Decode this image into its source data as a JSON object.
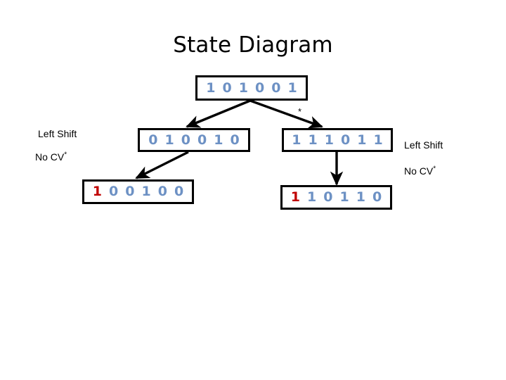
{
  "slide": {
    "title": "State Diagram",
    "background_color": "#ffffff"
  },
  "colors": {
    "bit_blue": "#6d91c4",
    "bit_red": "#c00000",
    "box_border": "#000000",
    "text_black": "#000000",
    "arrow": "#000000"
  },
  "states": {
    "top": {
      "id": "state-101001",
      "value": "1 0 1 0 0 1",
      "bits": [
        {
          "d": "1",
          "color": "blue"
        },
        {
          "d": "0",
          "color": "blue"
        },
        {
          "d": "1",
          "color": "blue"
        },
        {
          "d": "0",
          "color": "blue"
        },
        {
          "d": "0",
          "color": "blue"
        },
        {
          "d": "1",
          "color": "blue"
        }
      ]
    },
    "mid_left": {
      "id": "state-010010",
      "value": "0 1 0 0 1 0",
      "bits": [
        {
          "d": "0",
          "color": "blue"
        },
        {
          "d": "1",
          "color": "blue"
        },
        {
          "d": "0",
          "color": "blue"
        },
        {
          "d": "0",
          "color": "blue"
        },
        {
          "d": "1",
          "color": "blue"
        },
        {
          "d": "0",
          "color": "blue"
        }
      ]
    },
    "mid_right": {
      "id": "state-111011",
      "value": "1 1 1 0 1 1",
      "bits": [
        {
          "d": "1",
          "color": "blue"
        },
        {
          "d": "1",
          "color": "blue"
        },
        {
          "d": "1",
          "color": "blue"
        },
        {
          "d": "0",
          "color": "blue"
        },
        {
          "d": "1",
          "color": "blue"
        },
        {
          "d": "1",
          "color": "blue"
        }
      ]
    },
    "bottom_left": {
      "id": "state-100100",
      "value": "1 0 0 1 0 0",
      "bits": [
        {
          "d": "1",
          "color": "red"
        },
        {
          "d": "0",
          "color": "blue"
        },
        {
          "d": "0",
          "color": "blue"
        },
        {
          "d": "1",
          "color": "blue"
        },
        {
          "d": "0",
          "color": "blue"
        },
        {
          "d": "0",
          "color": "blue"
        }
      ]
    },
    "bottom_right": {
      "id": "state-110110",
      "value": "1 1 0 1 1 0",
      "bits": [
        {
          "d": "1",
          "color": "red"
        },
        {
          "d": "1",
          "color": "blue"
        },
        {
          "d": "0",
          "color": "blue"
        },
        {
          "d": "1",
          "color": "blue"
        },
        {
          "d": "1",
          "color": "blue"
        },
        {
          "d": "0",
          "color": "blue"
        }
      ]
    }
  },
  "labels": {
    "left_shift_left": "Left Shift",
    "no_cv_left": "No CV",
    "left_shift_right": "Left Shift",
    "no_cv_right": "No CV",
    "cv_superscript": "*",
    "asterisk_marker": "*"
  },
  "transitions": [
    {
      "id": "t-top-to-mid-left",
      "from": "state-101001",
      "to": "state-010010",
      "style": "diagonal-arrow"
    },
    {
      "id": "t-top-to-mid-right",
      "from": "state-101001",
      "to": "state-111011",
      "style": "diagonal-arrow"
    },
    {
      "id": "t-mid-left-to-bottom-left",
      "from": "state-010010",
      "to": "state-100100",
      "style": "diagonal-arrow"
    },
    {
      "id": "t-mid-right-to-bottom-right",
      "from": "state-111011",
      "to": "state-110110",
      "style": "vertical-arrow"
    }
  ]
}
